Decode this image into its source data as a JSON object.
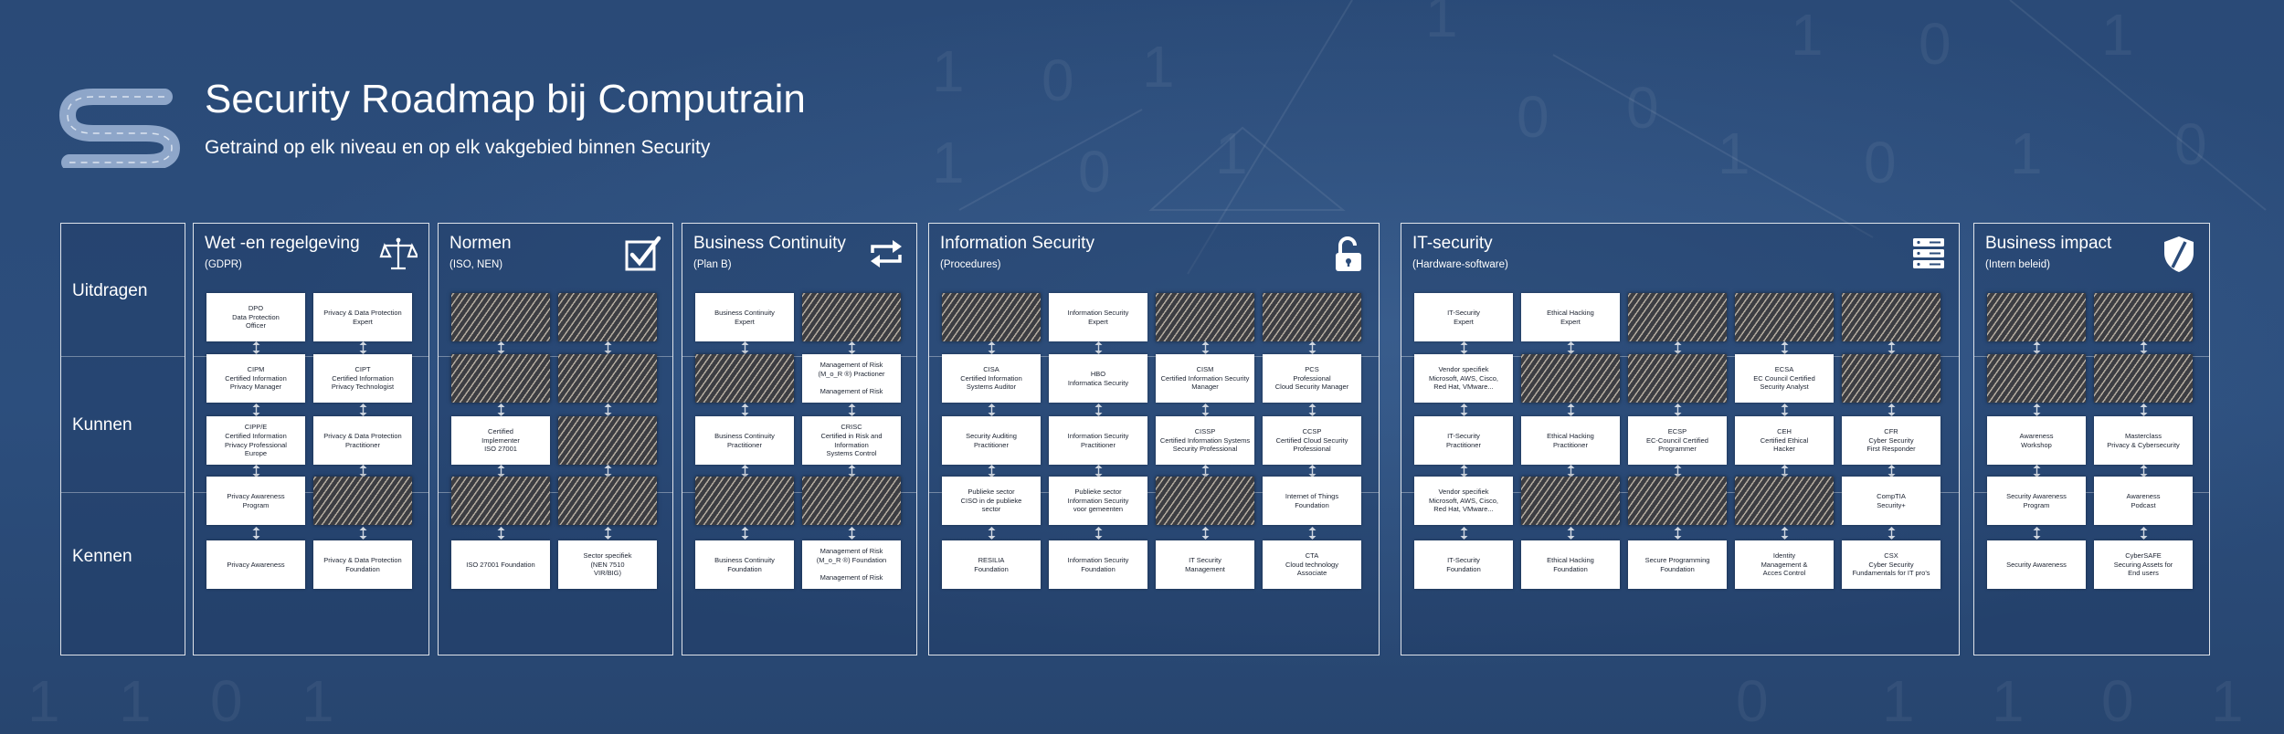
{
  "header": {
    "title": "Security Roadmap bij Computrain",
    "subtitle": "Getraind op elk niveau en op elk vakgebied binnen Security"
  },
  "rows": [
    "Uitdragen",
    "Kunnen",
    "Kennen"
  ],
  "colors": {
    "background": "#2b4c7a",
    "card": "#ffffff",
    "card_text": "#1b2230",
    "panel_border": "#ffffff"
  },
  "panels": [
    {
      "id": "wet",
      "title": "Wet -en regelgeving",
      "subtitle": "(GDPR)",
      "icon": "scales-icon",
      "columns": 2,
      "cards": [
        [
          "DPO\nData Protection\nOfficer",
          "Privacy & Data Protection\nExpert"
        ],
        [
          "CIPM\nCertified Information\nPrivacy Manager",
          "CIPT\nCertified Information\nPrivacy Technologist"
        ],
        [
          "CIPP/E\nCertified  Information\nPrivacy Professional\nEurope",
          "Privacy & Data Protection\nPractitioner"
        ],
        [
          "Privacy Awareness\nProgram",
          null
        ],
        [
          "Privacy Awareness",
          "Privacy & Data Protection\nFoundation"
        ]
      ]
    },
    {
      "id": "normen",
      "title": "Normen",
      "subtitle": "(ISO, NEN)",
      "icon": "checkbox-icon",
      "columns": 2,
      "cards": [
        [
          null,
          null
        ],
        [
          null,
          null
        ],
        [
          "Certified\nImplementer\nISO 27001",
          null
        ],
        [
          null,
          null
        ],
        [
          "ISO 27001 Foundation",
          "Sector specifiek\n(NEN 7510\nVIR/BIG)"
        ]
      ]
    },
    {
      "id": "bc",
      "title": "Business Continuity",
      "subtitle": "(Plan B)",
      "icon": "refresh-arrows-icon",
      "columns": 2,
      "cards": [
        [
          "Business Continuity\nExpert",
          null
        ],
        [
          null,
          "Management of Risk\n(M_o_R ®) Practioner\n\nManagement of Risk"
        ],
        [
          "Business Continuity\nPractitioner",
          "CRISC\nCertified in Risk and Information\nSystems Control"
        ],
        [
          null,
          null
        ],
        [
          "Business Continuity\nFoundation",
          "Management of Risk\n(M_o_R ®) Foundation\n\nManagement of Risk"
        ]
      ]
    },
    {
      "id": "infosec",
      "title": "Information Security",
      "subtitle": "(Procedures)",
      "icon": "open-padlock-icon",
      "columns": 4,
      "cards": [
        [
          null,
          "Information Security\nExpert",
          null,
          null
        ],
        [
          "CISA\nCertified Information\nSystems Auditor",
          "HBO\nInformatica Security",
          "CISM\nCertified Information Security\nManager",
          "PCS\nProfessional\nCloud Security Manager"
        ],
        [
          "Security Auditing\nPractitioner",
          "Information Security\nPractitioner",
          "CISSP\nCertified Information Systems\nSecurity Professional",
          "CCSP\nCertified Cloud Security\nProfessional"
        ],
        [
          "Publieke sector\nCISO in de publieke\nsector",
          "Publieke sector\nInformation Security\nvoor gemeenten",
          null,
          "Internet of Things\nFoundation"
        ],
        [
          "RESILIA\nFoundation",
          "Information Security\nFoundation",
          "IT Security\nManagement",
          "CTA\nCloud technology\nAssociate"
        ]
      ]
    },
    {
      "id": "itsec",
      "title": "IT-security",
      "subtitle": "(Hardware-software)",
      "icon": "server-stack-icon",
      "columns": 5,
      "cards": [
        [
          "IT-Security\nExpert",
          "Ethical Hacking\nExpert",
          null,
          null,
          null
        ],
        [
          "Vendor specifiek\nMicrosoft, AWS, Cisco,\nRed Hat, VMware...",
          null,
          null,
          "ECSA\nEC Council Certified\nSecurity Analyst",
          null
        ],
        [
          "IT-Security\nPractitioner",
          "Ethical Hacking\nPractitioner",
          "ECSP\nEC-Council Certified\nProgrammer",
          "CEH\nCertified Ethical\nHacker",
          "CFR\nCyber Security\nFirst Responder"
        ],
        [
          "Vendor specifiek\nMicrosoft, AWS, Cisco,\nRed Hat, VMware...",
          null,
          null,
          null,
          "CompTIA\nSecurity+"
        ],
        [
          "IT-Security\nFoundation",
          "Ethical Hacking\nFoundation",
          "Secure Programming\nFoundation",
          "Identity\nManagement &\nAcces Control",
          "CSX\nCyber Security\nFundamentals for IT pro's"
        ]
      ]
    },
    {
      "id": "impact",
      "title": "Business impact",
      "subtitle": "(Intern beleid)",
      "icon": "shield-icon",
      "columns": 2,
      "cards": [
        [
          null,
          null
        ],
        [
          null,
          null
        ],
        [
          "Awareness\nWorkshop",
          "Masterclass\nPrivacy & Cybersecurity"
        ],
        [
          "Security Awareness\nProgram",
          "Awareness\nPodcast"
        ],
        [
          "Security Awareness",
          "CyberSAFE\nSecuring Assets for\nEnd users"
        ]
      ]
    }
  ]
}
